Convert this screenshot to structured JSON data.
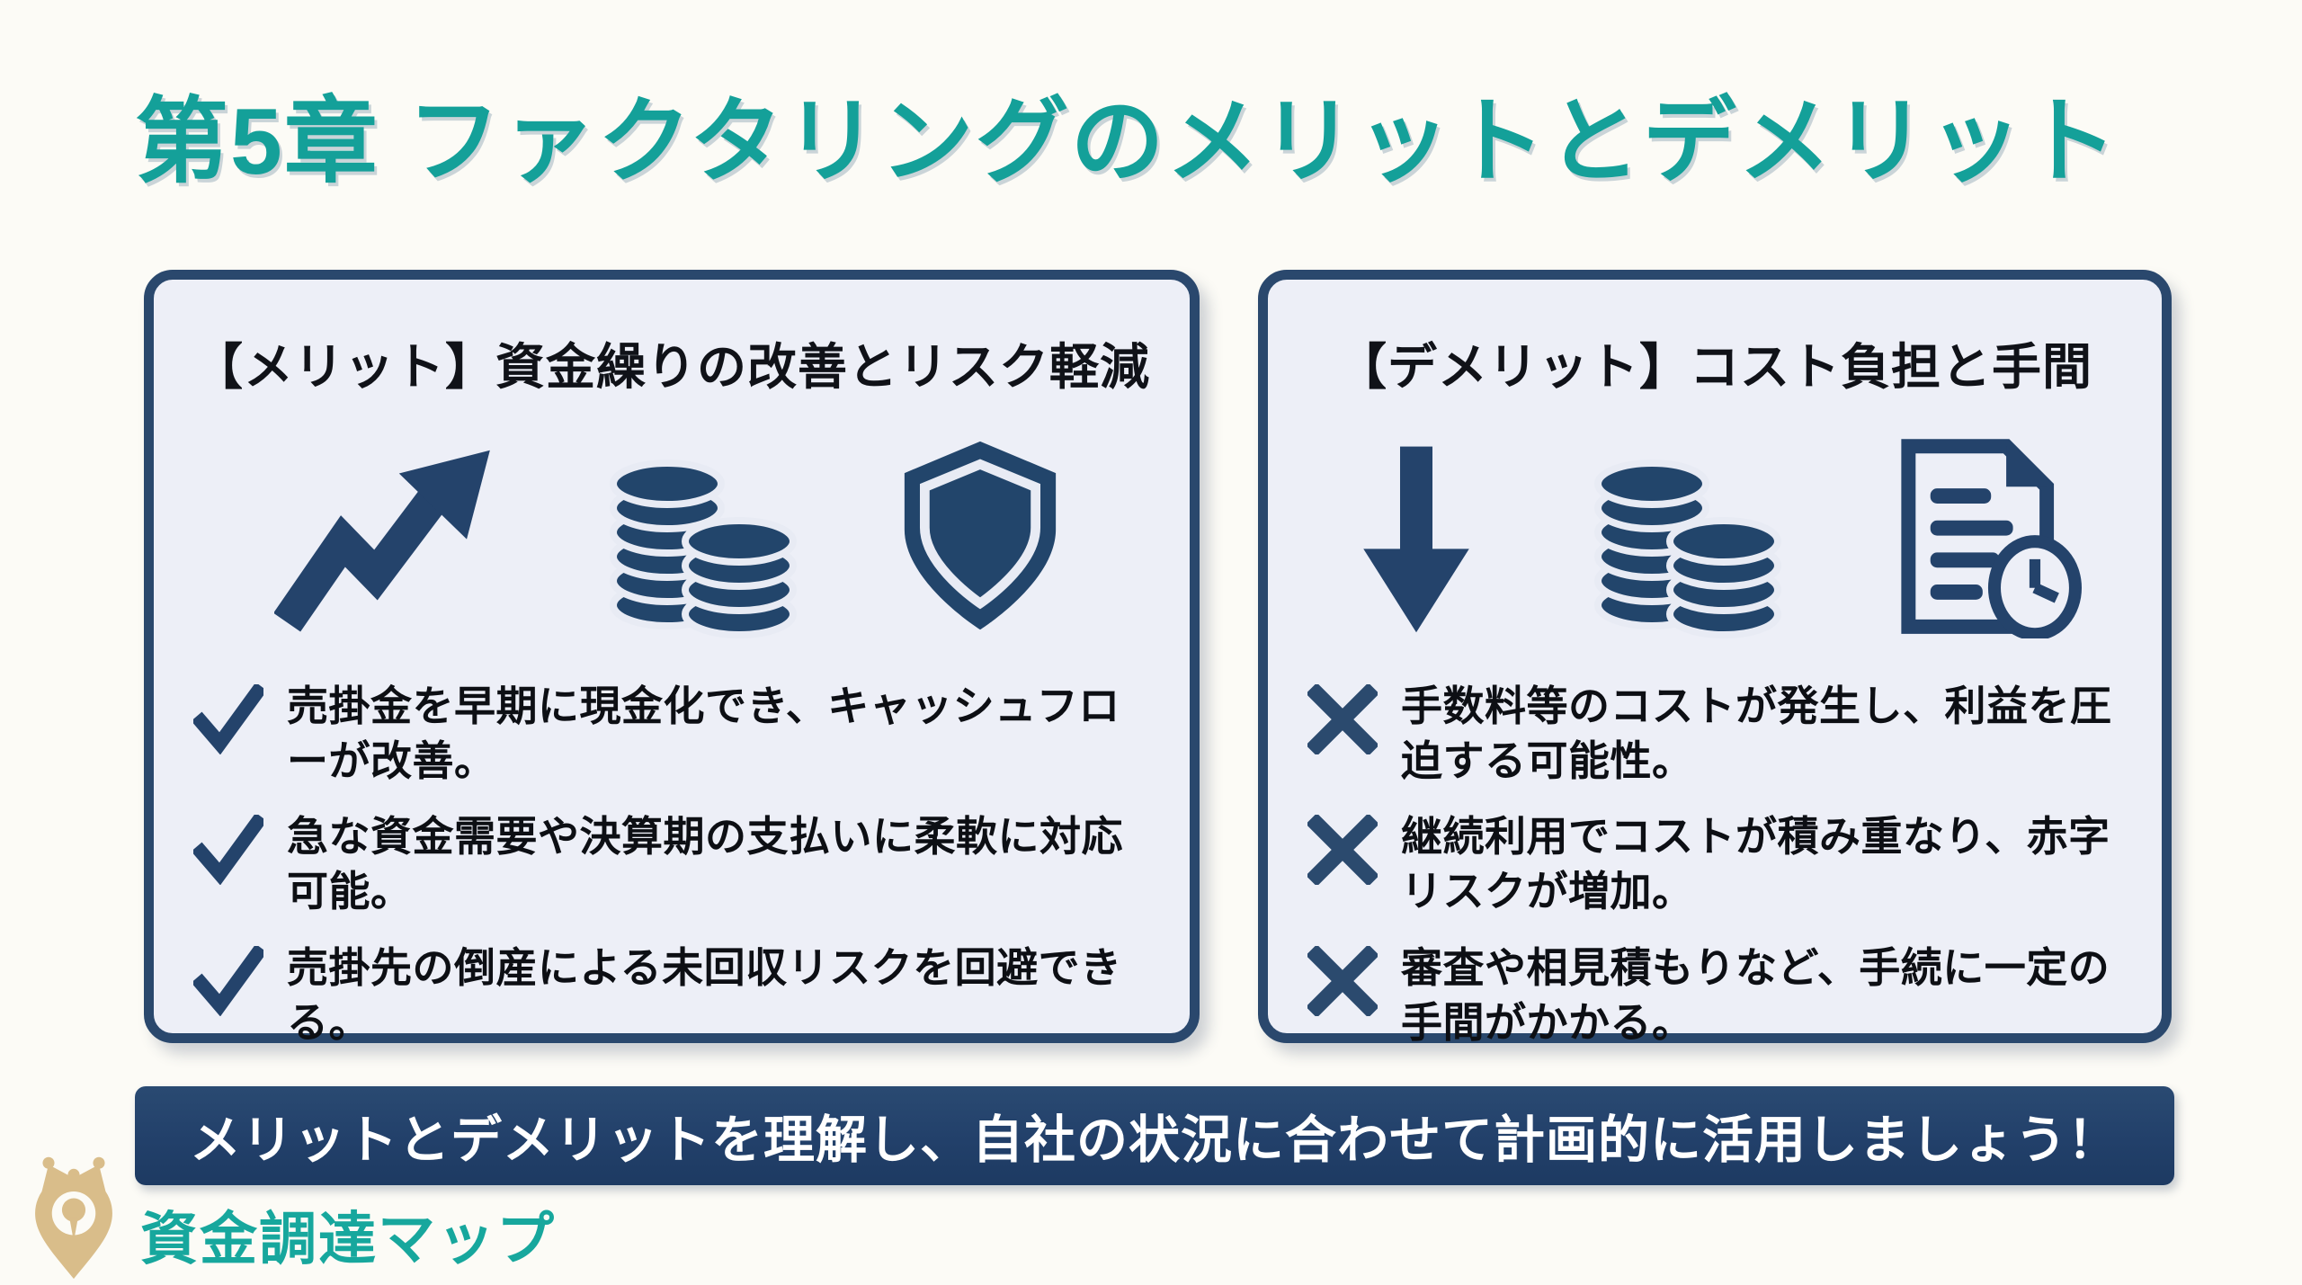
{
  "page": {
    "title": "第5章 ファクタリングのメリットとデメリット",
    "background_color": "#fcfbf6"
  },
  "colors": {
    "accent_teal": "#14a099",
    "navy": "#24436b",
    "card_background": "#edeff7",
    "card_border": "#2a486d",
    "banner_background": "#22406a",
    "banner_text": "#ffffff",
    "logo_gold": "#d9bd8a",
    "body_text": "#0d0f14"
  },
  "cards": {
    "merit": {
      "title": "【メリット】資金繰りの改善とリスク軽減",
      "icons": [
        "trend-up-arrow-icon",
        "coin-stacks-icon",
        "shield-icon"
      ],
      "bullet_marker": "checkmark",
      "bullets": [
        "売掛金を早期に現金化でき、キャッシュフローが改善。",
        "急な資金需要や決算期の支払いに柔軟に対応可能。",
        "売掛先の倒産による未回収リスクを回避できる。"
      ]
    },
    "demerit": {
      "title": "【デメリット】コスト負担と手間",
      "icons": [
        "arrow-down-icon",
        "coin-stacks-icon",
        "document-clock-icon"
      ],
      "bullet_marker": "cross",
      "bullets": [
        "手数料等のコストが発生し、利益を圧迫する可能性。",
        "継続利用でコストが積み重なり、赤字リスクが増加。",
        "審査や相見積もりなど、手続に一定の手間がかかる。"
      ]
    }
  },
  "banner": {
    "text": "メリットとデメリットを理解し、自社の状況に合わせて計画的に活用しましょう！"
  },
  "footer": {
    "logo_text": "資金調達マップ",
    "logo_icon": "crown-map-pin-icon"
  }
}
